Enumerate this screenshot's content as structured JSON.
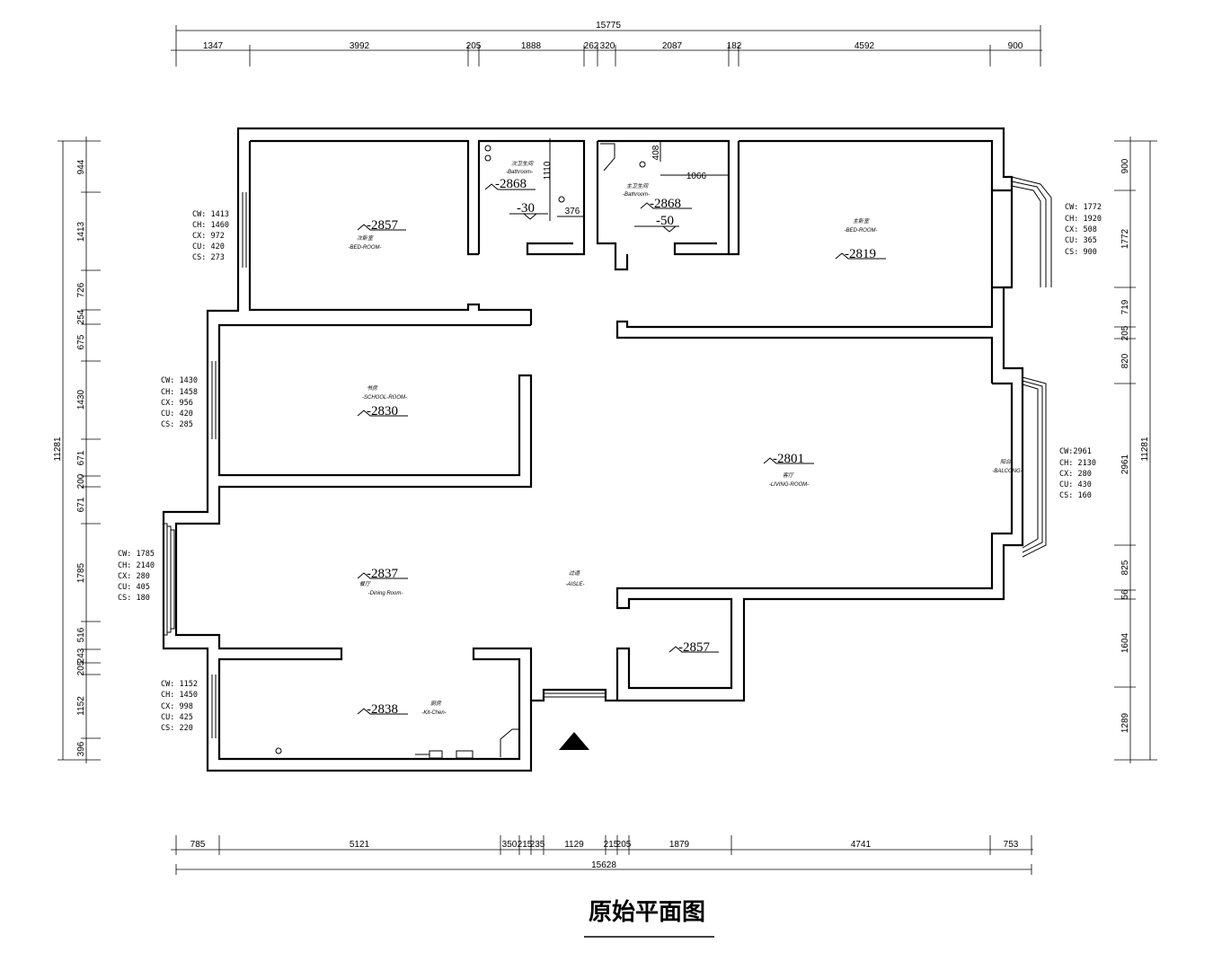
{
  "title": "原始平面图",
  "dimensions": {
    "top_total": "15775",
    "top_segments": [
      "1347",
      "3992",
      "205",
      "1888",
      "262",
      "320",
      "2087",
      "182",
      "4592",
      "900"
    ],
    "bottom_total": "15628",
    "bottom_segments": [
      "785",
      "5121",
      "350",
      "215",
      "235",
      "1129",
      "215",
      "205",
      "1879",
      "4741",
      "753"
    ],
    "left_total": "11281",
    "left_segments": [
      "944",
      "1413",
      "726",
      "254",
      "675",
      "1430",
      "671",
      "200",
      "671",
      "1785",
      "516",
      "243",
      "205",
      "1152",
      "396"
    ],
    "right_total": "11281",
    "right_segments": [
      "900",
      "1772",
      "719",
      "205",
      "820",
      "2961",
      "825",
      "56",
      "1604",
      "1289"
    ]
  },
  "inner_dims": {
    "bath1_h": "1110",
    "bath1_w": "376",
    "bath2_h": "408",
    "bath2_w": "1066"
  },
  "elevations": {
    "bed1": "-2857",
    "bath1": "-2868",
    "bath1_floor": "-30",
    "bath2": "-2868",
    "bath2_floor": "-50",
    "bed2": "-2819",
    "school": "-2830",
    "living": "-2801",
    "dining": "-2837",
    "store": "-2857",
    "kitchen": "-2838"
  },
  "rooms": {
    "bed1_cn": "次卧室",
    "bed1_en": "-BED-ROOM-",
    "bath1_cn": "次卫生间",
    "bath1_en": "-Bathroom-",
    "bath2_cn": "主卫生间",
    "bath2_en": "-Bathroom-",
    "bed2_cn": "主卧室",
    "bed2_en": "-BED-ROOM-",
    "school_cn": "书房",
    "school_en": "-SCHOOL-ROOM-",
    "living_cn": "客厅",
    "living_en": "-LIVING-ROOM-",
    "balcony_cn": "阳台",
    "balcony_en": "-BALCONG-",
    "dining_cn": "餐厅",
    "dining_en": "-Dining Room-",
    "aisle_cn": "过道",
    "aisle_en": "-AISLE-",
    "kitchen_cn": "厨房",
    "kitchen_en": "-Kit-Chen-"
  },
  "windows": {
    "w1": [
      "CW: 1413",
      "CH: 1460",
      "CX:  972",
      "CU:  420",
      "CS:  273"
    ],
    "w2": [
      "CW: 1430",
      "CH: 1458",
      "CX:  956",
      "CU:  420",
      "CS:  285"
    ],
    "w3": [
      "CW: 1785",
      "CH: 2140",
      "CX:  280",
      "CU:  405",
      "CS:  180"
    ],
    "w4": [
      "CW: 1152",
      "CH: 1450",
      "CX:  998",
      "CU:  425",
      "CS:  220"
    ],
    "w5": [
      "CW: 1772",
      "CH: 1920",
      "CX:  508",
      "CU:  365",
      "CS:  900"
    ],
    "w6": [
      "CW:2961",
      "CH: 2130",
      "CX:  280",
      "CU:  430",
      "CS:  160"
    ]
  }
}
